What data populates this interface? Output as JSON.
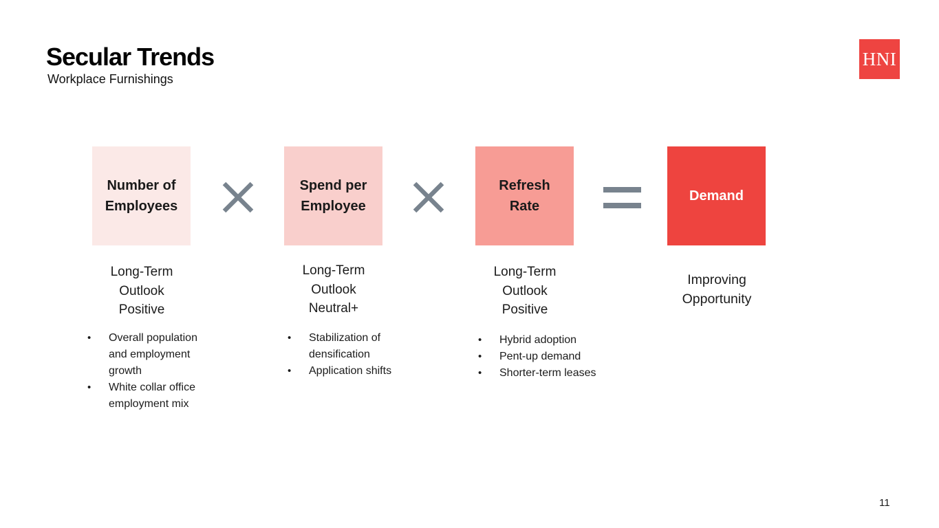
{
  "slide": {
    "title": "Secular Trends",
    "subtitle": "Workplace Furnishings",
    "page_number": "11"
  },
  "logo": {
    "text": "HNI",
    "bg_color": "#ee4441",
    "text_color": "#ffffff"
  },
  "colors": {
    "operator": "#78838e",
    "body_text": "#1b1b1b"
  },
  "diagram": {
    "operators": [
      {
        "name": "multiply",
        "symbol": "×"
      },
      {
        "name": "multiply",
        "symbol": "×"
      },
      {
        "name": "equals",
        "symbol": "="
      }
    ],
    "factors": [
      {
        "label": "Number of\nEmployees",
        "box_color": "#fbe9e7",
        "label_color": "#1a1a1a",
        "outlook": "Long-Term\nOutlook\nPositive",
        "bullets": [
          "Overall population and employment growth",
          "White collar office employment mix"
        ]
      },
      {
        "label": "Spend per\nEmployee",
        "box_color": "#f9cfcc",
        "label_color": "#1a1a1a",
        "outlook": "Long-Term\nOutlook\nNeutral+",
        "bullets": [
          "Stabilization of densification",
          "Application shifts"
        ]
      },
      {
        "label": "Refresh\nRate",
        "box_color": "#f79c95",
        "label_color": "#1a1a1a",
        "outlook": "Long-Term\nOutlook\nPositive",
        "bullets": [
          "Hybrid adoption",
          "Pent-up demand",
          "Shorter-term leases"
        ]
      },
      {
        "label": "Demand",
        "box_color": "#ee443f",
        "label_color": "#ffffff",
        "outlook": "Improving\nOpportunity",
        "bullets": []
      }
    ]
  }
}
